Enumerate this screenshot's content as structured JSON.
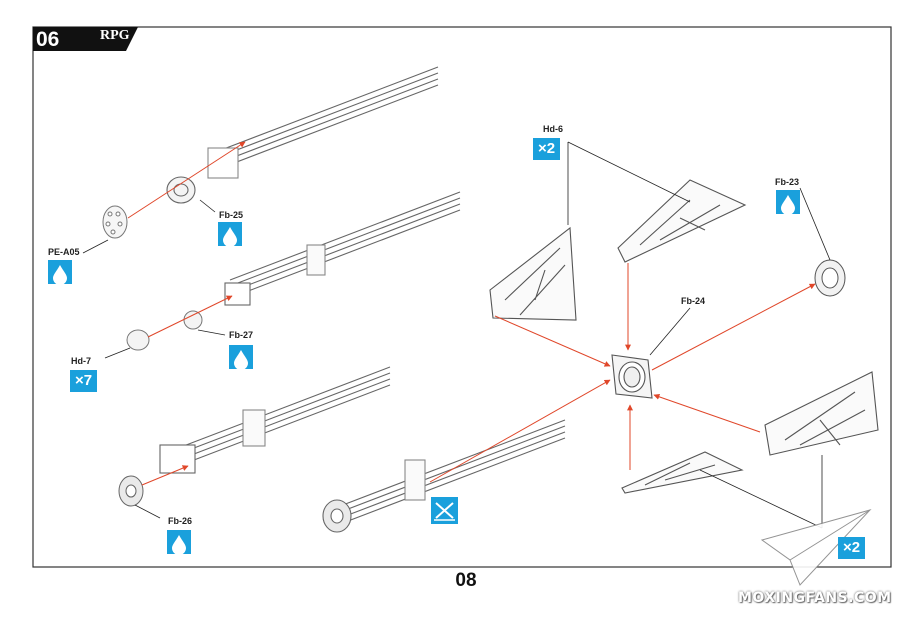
{
  "header": {
    "step_number": "06",
    "brand": "RPG"
  },
  "page_number": "08",
  "callouts": {
    "pe_a05": "PE-A05",
    "fb_25": "Fb-25",
    "fb_27": "Fb-27",
    "hd_7": "Hd-7",
    "hd_7_qty": "×7",
    "fb_26": "Fb-26",
    "hd_6_top": "Hd-6",
    "hd_6_top_qty": "×2",
    "fb_23": "Fb-23",
    "fb_24": "Fb-24",
    "hd_6_bottom_qty": "×2"
  },
  "icons": {
    "cement": "glue-drop-icon",
    "cut": "cut-sprue-icon"
  },
  "watermark": "MOXINGFANS.COM",
  "colors": {
    "accent_blue": "#1aa0dc",
    "guide_red": "#e0472a",
    "line_art": "#555555",
    "tab_black": "#111111"
  }
}
